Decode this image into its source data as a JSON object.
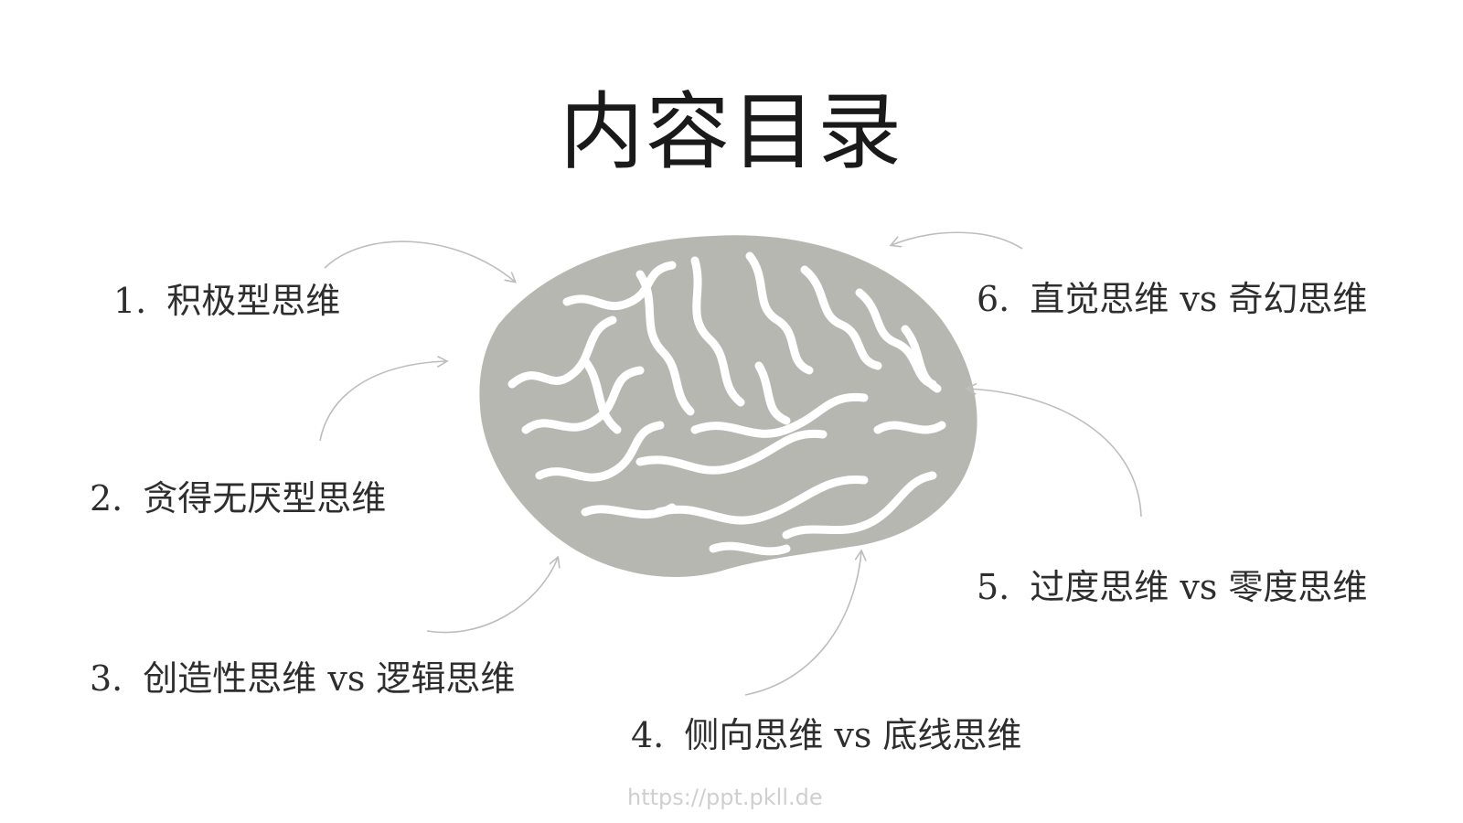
{
  "slide": {
    "title": "内容目录",
    "items": [
      {
        "num": "1.",
        "text": "积极型思维"
      },
      {
        "num": "2.",
        "text": "贪得无厌型思维"
      },
      {
        "num": "3.",
        "text": "创造性思维 vs 逻辑思维"
      },
      {
        "num": "4.",
        "text": "侧向思维 vs 底线思维"
      },
      {
        "num": "5.",
        "text": "过度思维 vs 零度思维"
      },
      {
        "num": "6.",
        "text": "直觉思维 vs 奇幻思维"
      }
    ],
    "watermark": "https://ppt.pkll.de"
  },
  "colors": {
    "brain": "#b7b7b2",
    "arrow": "#bdbdbd",
    "text": "#2e2e2e"
  },
  "icons": {
    "brain": "brain-illustration",
    "arrow": "curved-arrow-icon"
  }
}
